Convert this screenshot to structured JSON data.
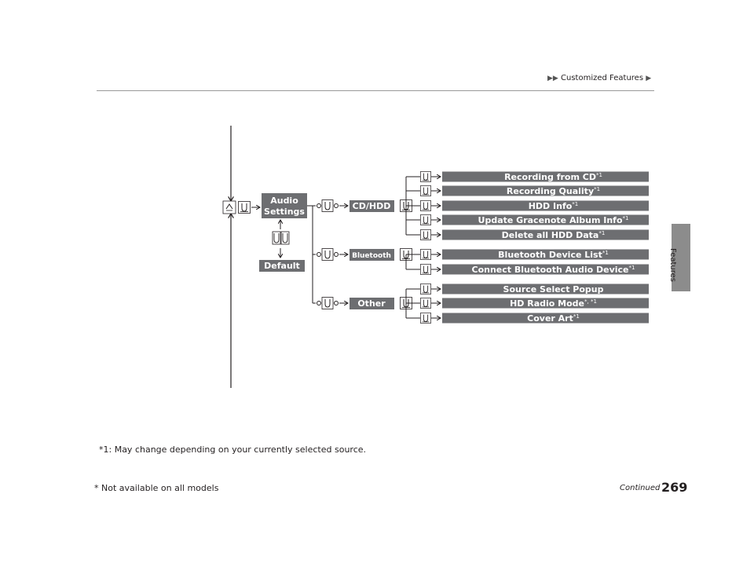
{
  "header": {
    "breadcrumb": "Customized Features"
  },
  "side_tab": {
    "label": "Features"
  },
  "menu": {
    "root": {
      "line1": "Audio",
      "line2": "Settings"
    },
    "default_label": "Default",
    "groups": [
      {
        "label": "CD/HDD",
        "items": [
          {
            "label": "Recording from CD",
            "note": "*1"
          },
          {
            "label": "Recording Quality",
            "note": "*1"
          },
          {
            "label": "HDD Info",
            "note": "*1"
          },
          {
            "label": "Update Gracenote Album Info",
            "note": "*1"
          },
          {
            "label": "Delete all HDD Data",
            "note": "*1"
          }
        ]
      },
      {
        "label": "Bluetooth",
        "items": [
          {
            "label": "Bluetooth Device List",
            "note": "*1"
          },
          {
            "label": "Connect Bluetooth Audio Device",
            "note": "*1"
          }
        ]
      },
      {
        "label": "Other",
        "items": [
          {
            "label": "Source Select Popup",
            "note": ""
          },
          {
            "label": "HD Radio Mode",
            "note": "*, *1"
          },
          {
            "label": "Cover Art",
            "note": "*1"
          }
        ]
      }
    ]
  },
  "footnote": "*1: May change depending on your currently selected source.",
  "footer": {
    "continued": "Continued",
    "page_number": "269",
    "models_note": "* Not available on all models"
  },
  "colors": {
    "bar": "#6d6e71",
    "line": "#231f20"
  }
}
